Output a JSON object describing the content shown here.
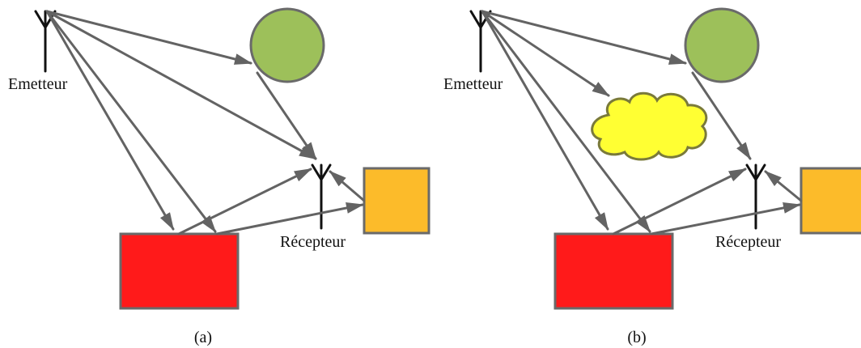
{
  "panels": [
    {
      "id": "a",
      "caption": "(a)",
      "transmitter_label": "Emetteur",
      "receiver_label": "Récepteur",
      "has_cloud": false
    },
    {
      "id": "b",
      "caption": "(b)",
      "transmitter_label": "Emetteur",
      "receiver_label": "Récepteur",
      "has_cloud": true
    }
  ],
  "colors": {
    "arrow": "#636363",
    "circle": "#9dc05a",
    "circle_stroke": "#6a6a6a",
    "rect": "#ff1a1a",
    "square": "#fcbb2a",
    "cloud": "#ffff33",
    "cloud_stroke": "#7a7a3a",
    "antenna": "#111111"
  }
}
